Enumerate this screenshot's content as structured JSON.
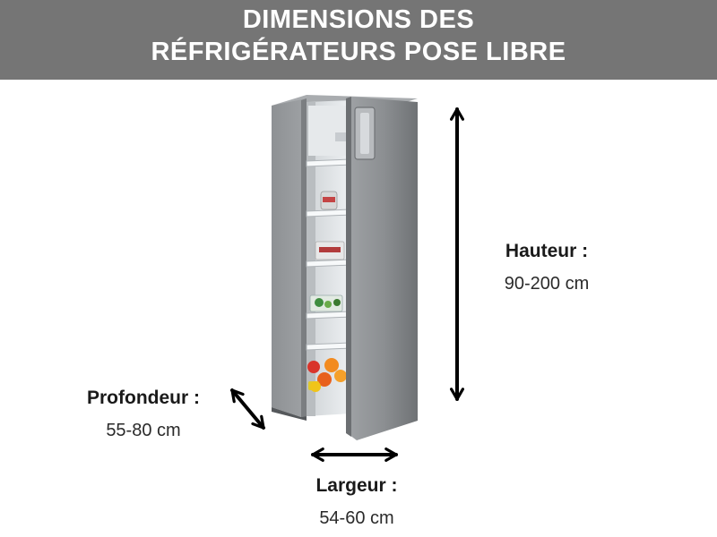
{
  "header": {
    "title_line1": "DIMENSIONS DES",
    "title_line2": "RÉFRIGÉRATEURS POSE LIBRE"
  },
  "dimensions": {
    "height": {
      "label": "Hauteur :",
      "value": "90-200 cm"
    },
    "depth": {
      "label": "Profondeur :",
      "value": "55-80 cm"
    },
    "width": {
      "label": "Largeur :",
      "value": "54-60 cm"
    }
  },
  "colors": {
    "header_background": "#757575",
    "header_text": "#ffffff",
    "arrow": "#000000",
    "fridge_steel": "#8a8d90"
  },
  "icons": [
    "fridge-illustration",
    "double-arrow-vertical-icon",
    "double-arrow-diagonal-icon",
    "double-arrow-horizontal-icon"
  ]
}
